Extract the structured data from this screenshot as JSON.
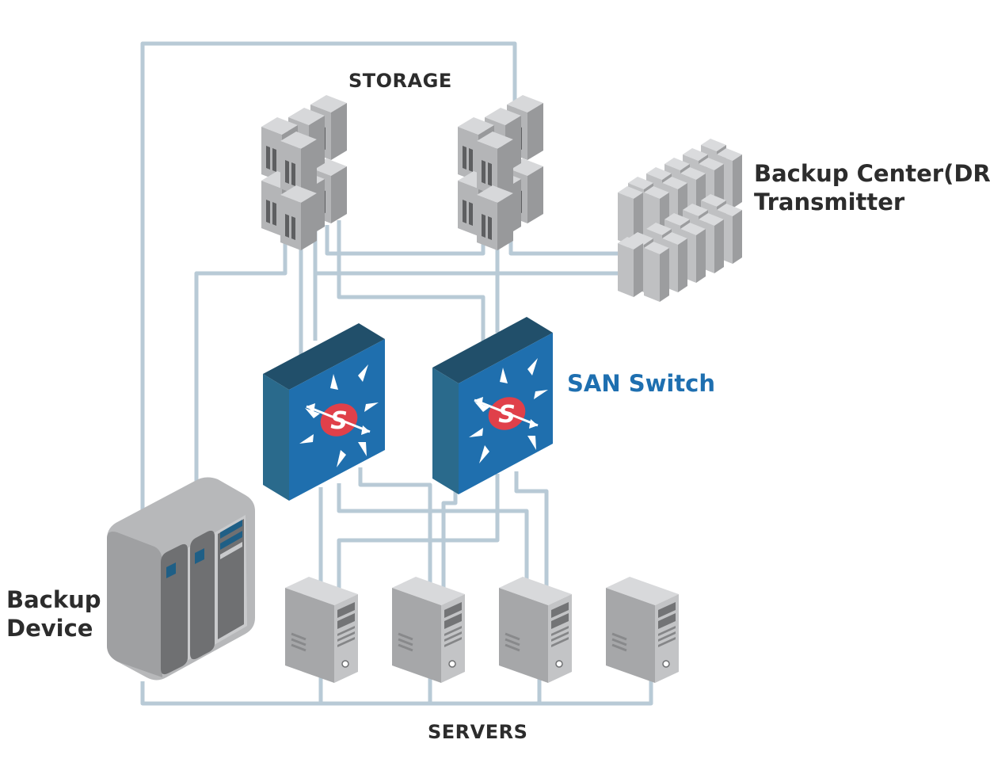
{
  "labels": {
    "storage": "STORAGE",
    "servers": "SERVERS",
    "backup_center_line1": "Backup Center(DR)",
    "backup_center_line2": "Transmitter",
    "san_switch": "SAN Switch",
    "backup_device_line1": "Backup",
    "backup_device_line2": "Device",
    "switch_logo_letter": "S"
  },
  "colors": {
    "link": "#b8cad6",
    "switch_face": "#1f6fae",
    "switch_side": "#2a6a8c",
    "switch_top": "#214f6a",
    "logo_red": "#e0404a",
    "accent_blue": "#1e6fb0",
    "device_gray": "#a9aaac",
    "device_light": "#d5d6d8",
    "device_dark": "#6f7072",
    "label_text": "#2c2c2c"
  },
  "icons": [
    "storage-array-icon",
    "san-switch-icon",
    "server-tower-icon",
    "backup-device-icon",
    "backup-center-icon"
  ]
}
